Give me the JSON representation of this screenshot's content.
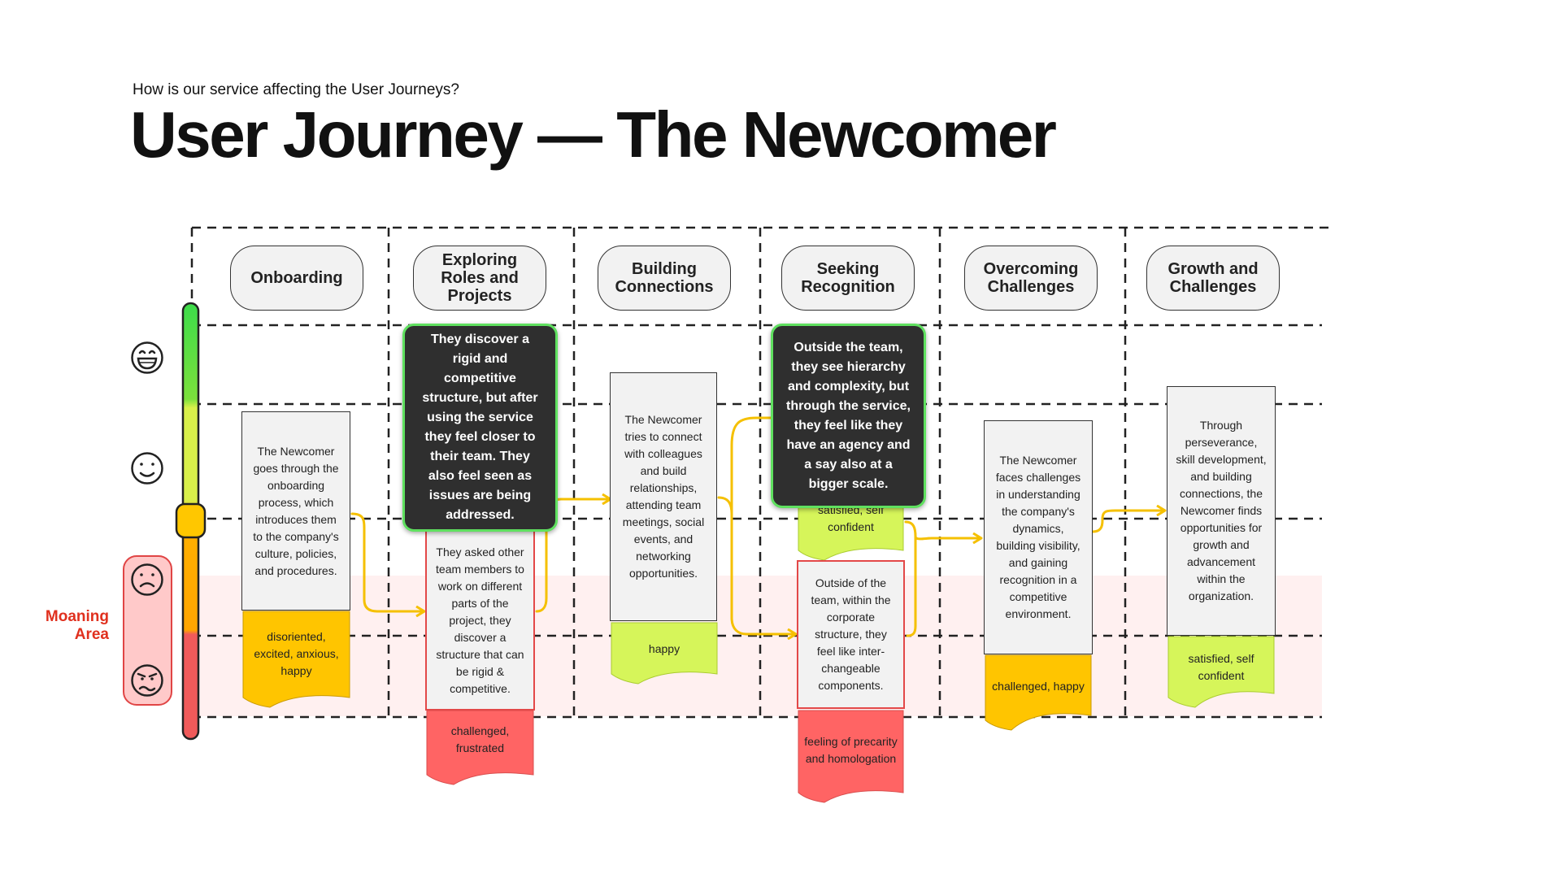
{
  "header": {
    "subtitle": "How is our service affecting the User Journeys?",
    "title": "User Journey — The Newcomer"
  },
  "moaning_area_label": "Moaning Area",
  "colors": {
    "happy_green": "#d6f55a",
    "caution_yellow": "#ffc500",
    "alert_red": "#ff6464",
    "dark_box": "#2f2f2f",
    "dark_box_border": "#5fe05f",
    "arrow": "#f5c000",
    "moaning_band": "#fff0f0",
    "moaning_label": "#e0301e"
  },
  "emotion_icons": [
    "very-happy-face-icon",
    "neutral-face-icon",
    "sad-face-icon",
    "distressed-face-icon"
  ],
  "stages": [
    {
      "title": "Onboarding",
      "description": "The Newcomer goes through the onboarding process, which introduces them to the company's culture, policies, and procedures.",
      "emotion": "disoriented, excited, anxious, happy",
      "emotion_color": "#ffc500"
    },
    {
      "title": "Exploring Roles and Projects",
      "description": "They asked other team members to work on different parts of the project, they discover a structure that can be rigid & competitive.",
      "emotion": "challenged, frustrated",
      "emotion_color": "#ff6464",
      "service_insight": "They discover a rigid and competitive structure, but after using the service they feel closer to their team. They also feel seen as issues are being addressed."
    },
    {
      "title": "Building Connections",
      "description": "The Newcomer tries to connect with colleagues and build relationships, attending team meetings, social events, and networking opportunities.",
      "emotion": "happy",
      "emotion_color": "#d6f55a"
    },
    {
      "title": "Seeking Recognition",
      "description": "Outside of the team, within the corporate structure, they feel like inter-changeable components.",
      "emotion": "feeling of precarity and homologation",
      "emotion_color": "#ff6464",
      "positive_emotion": "satisfied, self confident",
      "positive_emotion_color": "#d6f55a",
      "service_insight": "Outside the team, they see hierarchy and complexity, but through the service, they feel like they have an agency and a say also at a bigger scale."
    },
    {
      "title": "Overcoming Challenges",
      "description": "The Newcomer faces challenges in understanding the company's dynamics, building visibility, and gaining recognition in a competitive environment.",
      "emotion": "challenged, happy",
      "emotion_color": "#ffc500"
    },
    {
      "title": "Growth and Challenges",
      "description": "Through perseverance, skill development, and building connections, the Newcomer finds opportunities for growth and advancement within the organization.",
      "emotion": "satisfied, self confident",
      "emotion_color": "#d6f55a"
    }
  ]
}
